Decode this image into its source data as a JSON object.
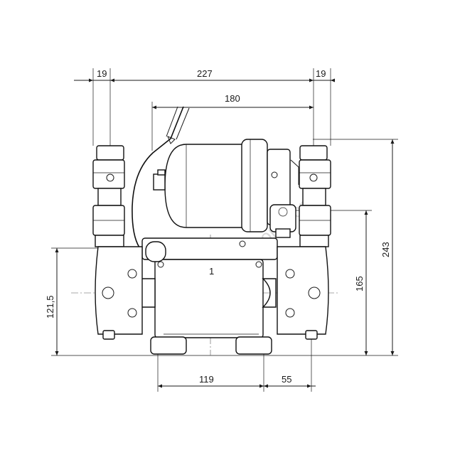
{
  "diagram": {
    "dimensions": {
      "inlet_width_left": "19",
      "overall_width": "227",
      "inlet_width_right": "19",
      "motor_width": "180",
      "overall_height": "243",
      "outlet_height": "165",
      "inlet_height": "121,5",
      "foot_spacing": "119",
      "foot_offset": "55"
    },
    "watermark": "bathroom.com",
    "motor_label": "1"
  }
}
